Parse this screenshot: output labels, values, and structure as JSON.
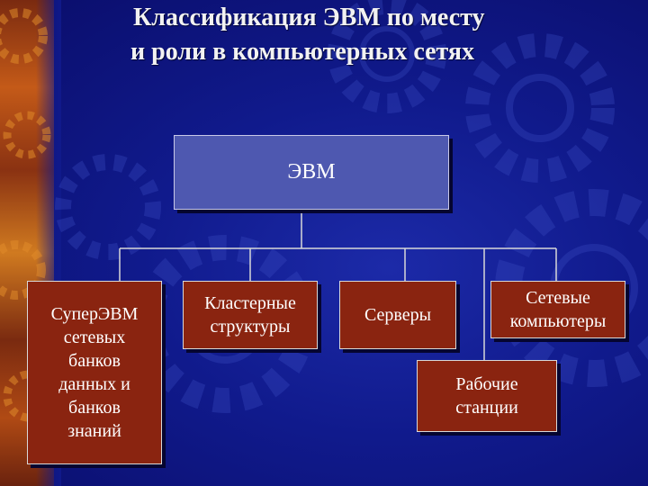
{
  "title": {
    "line1": "Классификация ЭВМ по месту",
    "line2": "и роли в компьютерных сетях"
  },
  "diagram": {
    "root": "ЭВМ",
    "children": [
      {
        "id": "super",
        "label": "Супер​ЭВМ\nсетевых\nбанков\nданных и\nбанков\nзнаний"
      },
      {
        "id": "cluster",
        "label": "Кластерные\nструктуры"
      },
      {
        "id": "servers",
        "label": "Серверы"
      },
      {
        "id": "network",
        "label": "Сетевые\nкомпьютеры"
      },
      {
        "id": "workstations",
        "label": "Рабочие\nстанции"
      }
    ]
  },
  "colors": {
    "background": "#101a8c",
    "root_box": "#4e58b0",
    "child_box": "#8a2410",
    "connector": "#d8d8d8",
    "text": "#ffffff"
  }
}
